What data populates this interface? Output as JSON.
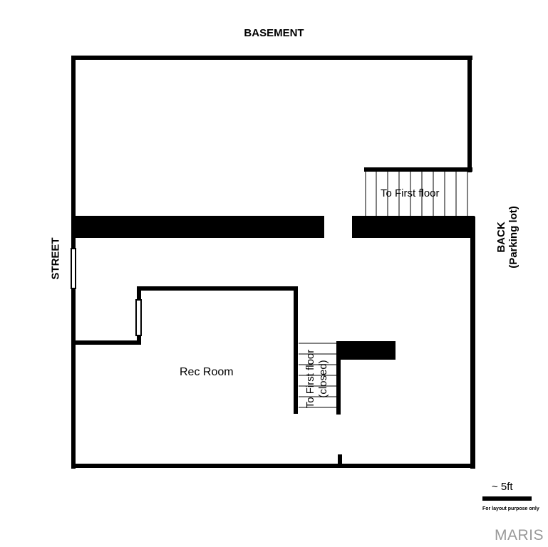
{
  "plan": {
    "title": "BASEMENT",
    "orientation_left": "STREET",
    "orientation_right_line1": "BACK",
    "orientation_right_line2": "(Parking lot)"
  },
  "rooms": {
    "rec_room": "Rec Room"
  },
  "stairs": {
    "main_label": "To First floor",
    "closed_label_line1": "To First floor",
    "closed_label_line2": "(closed)"
  },
  "scale": {
    "label": "~ 5ft",
    "note": "For layout purpose only"
  },
  "watermark": {
    "text": "MARIS"
  },
  "colors": {
    "wall": "#000000",
    "background": "#ffffff",
    "watermark": "#999999"
  }
}
